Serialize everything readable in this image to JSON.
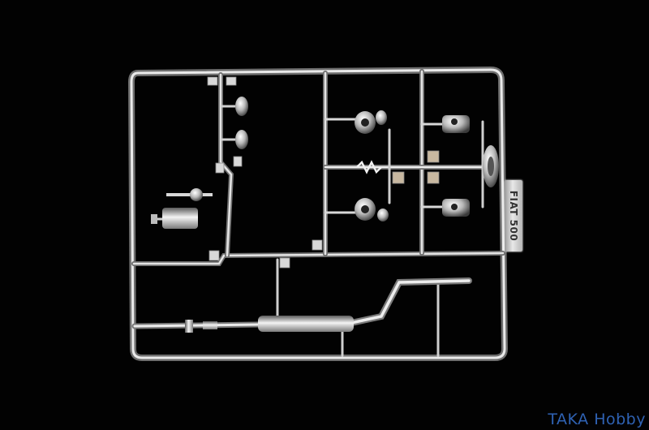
{
  "photo": {
    "background_color": "#020202",
    "subject": "chrome-plated plastic model kit sprue",
    "chrome_colors": {
      "highlight": "#f4f4f4",
      "mid": "#b9b9b9",
      "shadow": "#5a5a5a"
    }
  },
  "sprue_tag": {
    "text": "FIAT 500"
  },
  "watermark": {
    "text": "TAKA Hobby",
    "color": "#2f62b3"
  }
}
